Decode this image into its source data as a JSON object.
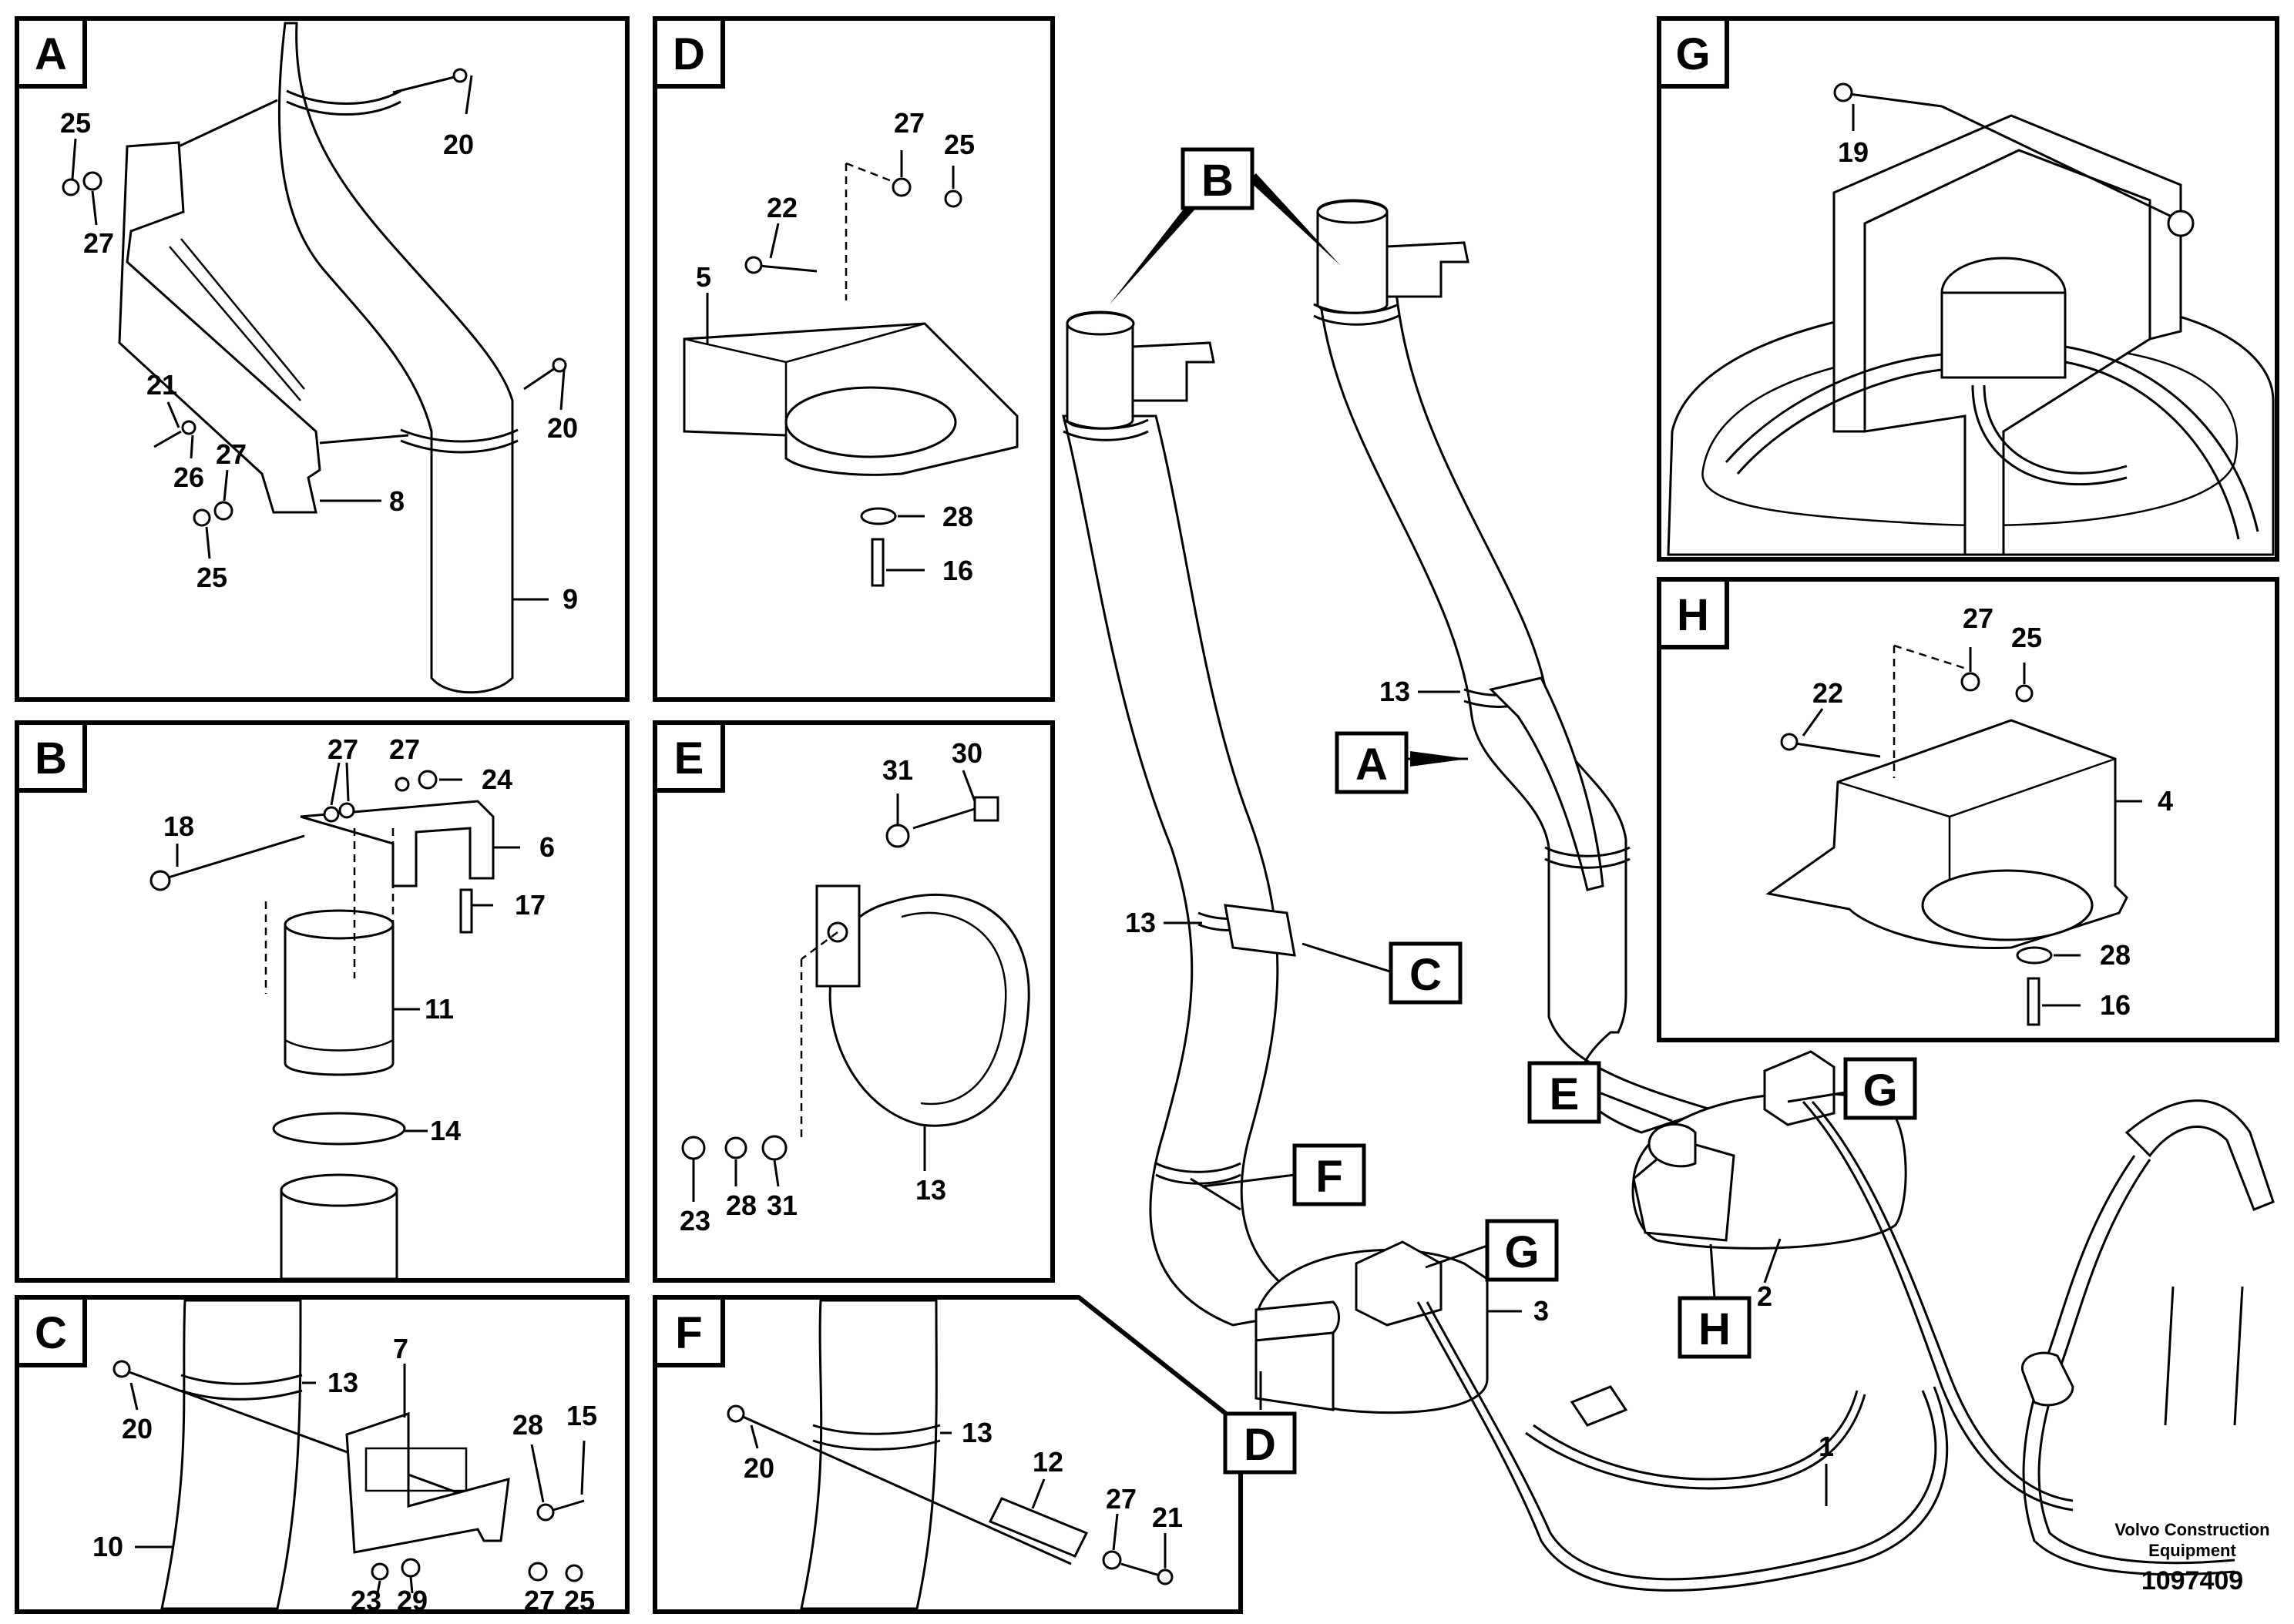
{
  "panels": {
    "A": {
      "letter": "A",
      "callouts": {
        "c20a": "20",
        "c25a": "25",
        "c27a": "27",
        "c20b": "20",
        "c21": "21",
        "c26": "26",
        "c27b": "27",
        "c8": "8",
        "c25b": "25",
        "c9": "9"
      }
    },
    "B": {
      "letter": "B",
      "callouts": {
        "c27a": "27",
        "c27b": "27",
        "c24": "24",
        "c18": "18",
        "c6": "6",
        "c17": "17",
        "c11": "11",
        "c14": "14"
      }
    },
    "C": {
      "letter": "C",
      "callouts": {
        "c7": "7",
        "c13": "13",
        "c20": "20",
        "c28": "28",
        "c15": "15",
        "c10": "10",
        "c23": "23",
        "c29": "29",
        "c27": "27",
        "c25": "25"
      }
    },
    "D": {
      "letter": "D",
      "callouts": {
        "c27": "27",
        "c25": "25",
        "c22": "22",
        "c5": "5",
        "c28": "28",
        "c16": "16"
      }
    },
    "E": {
      "letter": "E",
      "callouts": {
        "c31a": "31",
        "c30": "30",
        "c23": "23",
        "c28": "28",
        "c31b": "31",
        "c13": "13"
      }
    },
    "F": {
      "letter": "F",
      "callouts": {
        "c20": "20",
        "c13": "13",
        "c12": "12",
        "c27": "27",
        "c21": "21"
      }
    },
    "G": {
      "letter": "G",
      "callouts": {
        "c19": "19"
      }
    },
    "H": {
      "letter": "H",
      "callouts": {
        "c27": "27",
        "c25": "25",
        "c22": "22",
        "c4": "4",
        "c28": "28",
        "c16": "16"
      }
    }
  },
  "main": {
    "labels": {
      "B": "B",
      "A": "A",
      "C": "C",
      "E": "E",
      "G1": "G",
      "F": "F",
      "G2": "G",
      "H": "H",
      "D": "D"
    },
    "callouts": {
      "c13a": "13",
      "c13b": "13",
      "c3": "3",
      "c2": "2",
      "c1": "1"
    }
  },
  "footer": {
    "brand_line1": "Volvo Construction",
    "brand_line2": "Equipment",
    "doc_number": "1097409"
  }
}
